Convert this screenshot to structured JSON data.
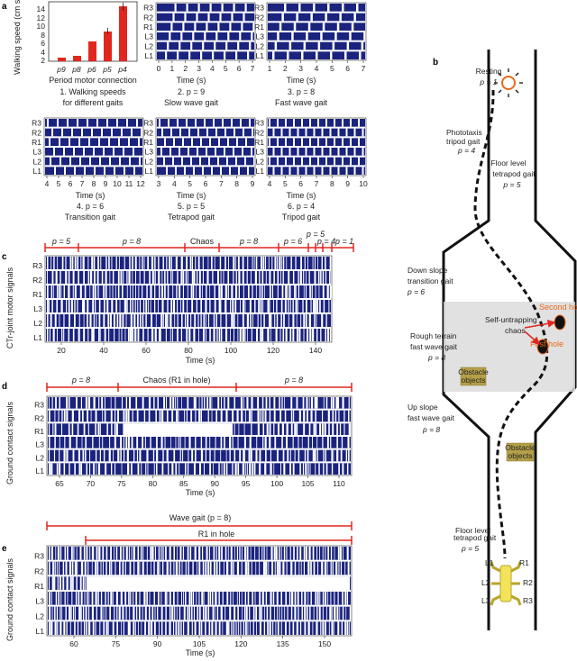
{
  "panel_a": {
    "letter": "a",
    "bar_chart": {
      "ylabel": "Walking speed (cm s⁻¹)",
      "yticks": [
        "14",
        "12",
        "10",
        "8",
        "6",
        "4",
        "2"
      ],
      "categories": [
        "p9",
        "p8",
        "p6",
        "p5",
        "p4"
      ],
      "xlabel": "Period motor connection",
      "caption_line1": "1. Walking speeds",
      "caption_line2": "for different gaits"
    },
    "gaits": [
      {
        "title": "2. p = 9",
        "subtitle": "Slow wave gait",
        "xticks": [
          "0",
          "1",
          "2",
          "3",
          "4",
          "5",
          "6",
          "7"
        ]
      },
      {
        "title": "3. p = 8",
        "subtitle": "Fast wave gait",
        "xticks": [
          "1",
          "2",
          "3",
          "4",
          "5",
          "6",
          "7"
        ]
      },
      {
        "title": "4. p = 6",
        "subtitle": "Transition gait",
        "xticks": [
          "4",
          "5",
          "6",
          "7",
          "8",
          "9",
          "10",
          "11",
          "12"
        ]
      },
      {
        "title": "5. p = 5",
        "subtitle": "Tetrapod gait",
        "xticks": [
          "3",
          "4",
          "5",
          "6",
          "7",
          "8",
          "9"
        ]
      },
      {
        "title": "6. p = 4",
        "subtitle": "Tripod gait",
        "xticks": [
          "4",
          "5",
          "6",
          "7",
          "8",
          "9",
          "10"
        ]
      }
    ],
    "legs": [
      "R3",
      "R2",
      "R1",
      "L3",
      "L2",
      "L1"
    ],
    "time_label": "Time (s)"
  },
  "panel_c": {
    "letter": "c",
    "ylabel": "CTr-joint motor signals",
    "segments": [
      "p = 5",
      "p = 8",
      "Chaos",
      "p = 8",
      "p = 6",
      "p = 5",
      "p = 4",
      "p = 1"
    ],
    "xticks": [
      "20",
      "40",
      "60",
      "80",
      "100",
      "120",
      "140"
    ],
    "xlabel": "Time (s)"
  },
  "panel_d": {
    "letter": "d",
    "ylabel": "Ground contact signals",
    "segments": [
      "p = 8",
      "Chaos (R1 in hole)",
      "p = 8"
    ],
    "xticks": [
      "65",
      "70",
      "75",
      "80",
      "85",
      "90",
      "95",
      "100",
      "105",
      "110"
    ],
    "xlabel": "Time (s)"
  },
  "panel_e": {
    "letter": "e",
    "ylabel": "Ground contact signals",
    "top_label": "Wave gait (p = 8)",
    "sub_label": "R1 in hole",
    "xticks": [
      "60",
      "75",
      "90",
      "105",
      "120",
      "135",
      "150"
    ],
    "xlabel": "Time (s)"
  },
  "panel_b": {
    "letter": "b",
    "resting": "Resting",
    "resting_p": "p = 1",
    "phototaxis": "Phototaxis",
    "phototaxis2": "tripod gait",
    "phototaxis_p": "p = 4",
    "floor_tetra1": "Floor level",
    "floor_tetra2": "tetrapod gait",
    "floor_tetra_p": "p = 5",
    "down1": "Down slope",
    "down2": "transition gait",
    "down_p": "p = 6",
    "second_hole": "Second hole",
    "self_untrap1": "Self-untrapping",
    "self_untrap2": "chaos",
    "rough1": "Rough terrain",
    "rough2": "fast wave gait",
    "rough_p": "p = 8",
    "first_hole": "First hole",
    "obstacle1a": "Obstacle",
    "obstacle1b": "objects",
    "up1": "Up slope",
    "up2": "fast wave gait",
    "up_p": "p = 8",
    "obstacle2a": "Obstacle",
    "obstacle2b": "objects",
    "floor_small1": "Floor level",
    "floor_small2": "tetrapod gait",
    "floor_small_p": "p = 5",
    "robot_legs": [
      "L1",
      "R1",
      "L2",
      "R2",
      "L3",
      "R3"
    ]
  },
  "colors": {
    "raster": "#1a237e",
    "accent_red": "#e0271f",
    "obstacle": "#b5a04a",
    "orange": "#e86a1a"
  }
}
